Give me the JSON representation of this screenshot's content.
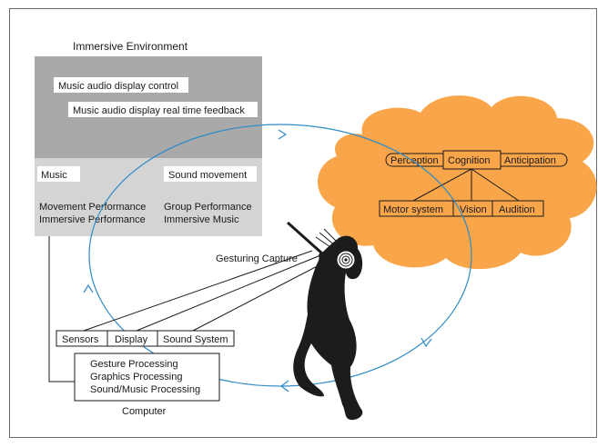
{
  "immersive_environment": {
    "title": "Immersive Environment",
    "control_label": "Music audio display control",
    "feedback_label": "Music audio display real time feedback",
    "music_label": "Music",
    "sound_movement_label": "Sound movement",
    "movement_performance": "Movement Performance",
    "immersive_performance": "Immersive Performance",
    "group_performance": "Group Performance",
    "immersive_music": "Immersive Music"
  },
  "cognition_cloud": {
    "perception": "Perception",
    "cognition": "Cognition",
    "anticipation": "Anticipation",
    "motor_system": "Motor system",
    "vision": "Vision",
    "audition": "Audition"
  },
  "performer": {
    "capture_label": "Gesturing Capture"
  },
  "computer": {
    "sensors": "Sensors",
    "display": "Display",
    "sound_system": "Sound System",
    "gesture_processing": "Gesture Processing",
    "graphics_processing": "Graphics Processing",
    "sound_processing": "Sound/Music Processing",
    "label": "Computer"
  },
  "colors": {
    "cloud": "#f9a54a",
    "loop": "#2f8bc7",
    "env_dark": "#a9a9a9",
    "env_light": "#d4d4d4",
    "figure": "#1c1c1c"
  }
}
